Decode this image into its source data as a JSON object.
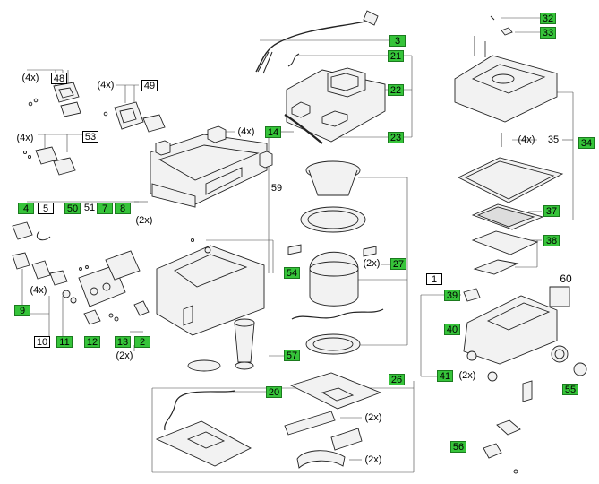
{
  "labels": {
    "p1": "1",
    "p2": "2",
    "p3": "3",
    "p4": "4",
    "p5": "5",
    "p7": "7",
    "p8": "8",
    "p9": "9",
    "p10": "10",
    "p11": "11",
    "p12": "12",
    "p13": "13",
    "p14": "14",
    "p20": "20",
    "p21": "21",
    "p22": "22",
    "p23": "23",
    "p26": "26",
    "p27": "27",
    "p32": "32",
    "p33": "33",
    "p34": "34",
    "p35": "35",
    "p37": "37",
    "p38": "38",
    "p39": "39",
    "p40": "40",
    "p41": "41",
    "p48": "48",
    "p49": "49",
    "p50": "50",
    "p51": "51",
    "p53": "53",
    "p54": "54",
    "p55": "55",
    "p56": "56",
    "p57": "57",
    "p59": "59",
    "p60": "60"
  },
  "qty": {
    "q48": "(4x)",
    "q49": "(4x)",
    "q53": "(4x)",
    "q14": "(4x)",
    "q2a": "(2x)",
    "q11": "(4x)",
    "q2b": "(2x)",
    "q27": "(2x)",
    "q35": "(4x)",
    "q41": "(2x)",
    "q26a": "(2x)",
    "q26b": "(2x)"
  },
  "colors": {
    "highlight": "#36c43a",
    "line": "#222222"
  }
}
